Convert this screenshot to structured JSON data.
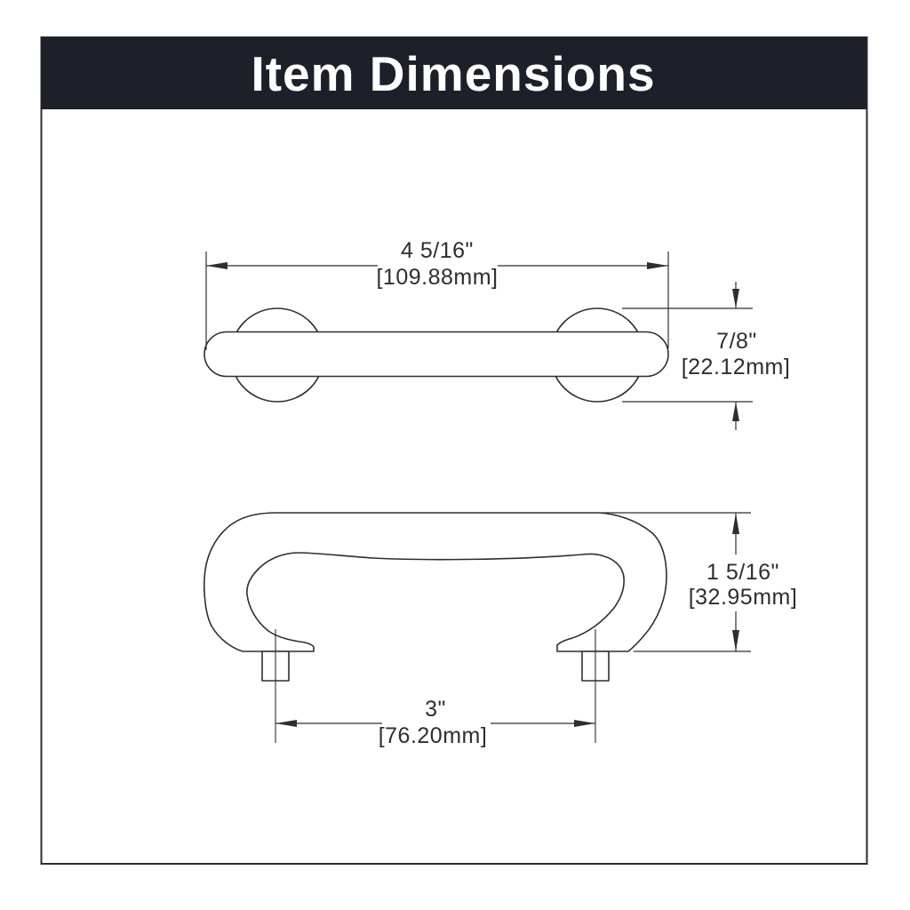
{
  "header": {
    "title": "Item Dimensions"
  },
  "colors": {
    "header_bg": "#1d1f29",
    "line": "#2e2e2e",
    "page_bg": "#ffffff"
  },
  "dimensions": {
    "overall_length": {
      "inches": "4 5/16\"",
      "millimeters": "[109.88mm]"
    },
    "projection_depth": {
      "inches": "7/8\"",
      "millimeters": "[22.12mm]"
    },
    "overall_height": {
      "inches": "1 5/16\"",
      "millimeters": "[32.95mm]"
    },
    "center_to_center": {
      "inches": "3\"",
      "millimeters": "[76.20mm]"
    }
  }
}
